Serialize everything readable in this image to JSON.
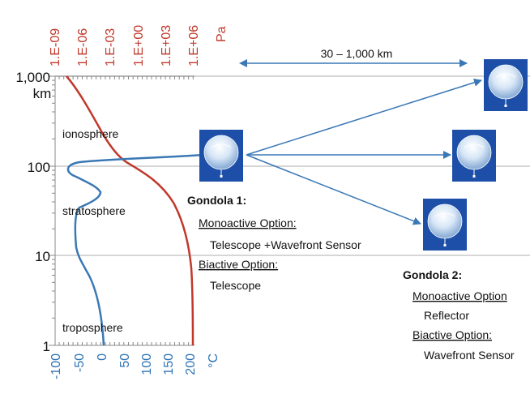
{
  "pressure_axis": {
    "unit": "Pa",
    "ticks": [
      "1.E-09",
      "1.E-06",
      "1.E-03",
      "1.E+00",
      "1.E+03",
      "1.E+06"
    ],
    "color": "#c0392b"
  },
  "temperature_axis": {
    "unit": "°C",
    "ticks": [
      "-100",
      "-50",
      "0",
      "50",
      "100",
      "150",
      "200"
    ],
    "color": "#2e74b5"
  },
  "altitude_axis": {
    "unit": "km",
    "ticks": [
      "1,000",
      "100",
      "10",
      "1"
    ],
    "scale": "log"
  },
  "layers": {
    "ionosphere": "ionosphere",
    "stratosphere": "stratosphere",
    "troposphere": "troposphere"
  },
  "distance_label": "30 – 1,000  km",
  "gondola1": {
    "title": "Gondola 1:",
    "mono_label": "Monoactive Option:",
    "mono_value": "Telescope +Wavefront Sensor",
    "bi_label": "Biactive Option:",
    "bi_value": "Telescope"
  },
  "gondola2": {
    "title": "Gondola 2:",
    "mono_label": "Monoactive  Option",
    "mono_value": "Reflector",
    "bi_label": "Biactive  Option:",
    "bi_value": "Wavefront Sensor"
  },
  "colors": {
    "pressure_curve": "#c0392b",
    "temperature_curve": "#3a78b5",
    "arrows": "#3a78b5",
    "balloon_bg": "#1d4fa8"
  },
  "icons": [
    "balloon-icon"
  ]
}
